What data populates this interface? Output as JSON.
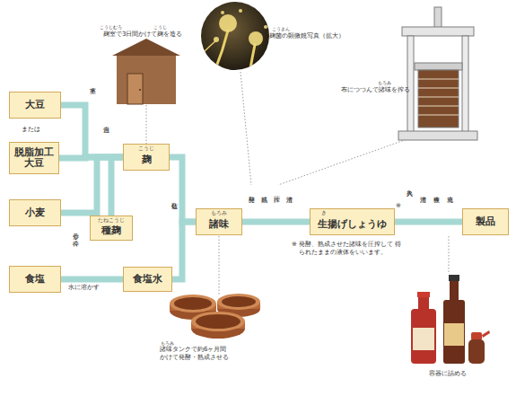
{
  "diagram": {
    "nodes": [
      {
        "text": [
          "大豆"
        ]
      },
      {
        "text": [
          "脱脂加工 大豆"
        ]
      },
      {
        "text": [
          "小麦"
        ]
      },
      {
        "text": [
          "食塩"
        ]
      },
      {
        "text": [
          "こうじ",
          "麹"
        ]
      },
      {
        "text": [
          "たねこうじ",
          "種麹"
        ]
      },
      {
        "text": [
          "食塩水"
        ]
      },
      {
        "text": [
          "もろみ",
          "諸味"
        ]
      },
      {
        "text": [
          "き",
          "生揚げしょうゆ"
        ]
      },
      {
        "text": [
          "製品"
        ]
      }
    ],
    "edges": [
      {
        "from": 0,
        "to": 4,
        "arrow": "none"
      },
      {
        "from": 1,
        "to": 4,
        "arrow": "none"
      },
      {
        "from": 2,
        "to": 4,
        "label": "炒る・砕く",
        "arrow": "none"
      },
      {
        "from": 5,
        "to": 4,
        "arrow": "none"
      },
      {
        "from": 3,
        "to": 6,
        "label": "水に溶かす",
        "arrow": "none"
      },
      {
        "from": 4,
        "to": 7,
        "label": "仕込む",
        "arrow": "none"
      },
      {
        "from": 6,
        "to": 7,
        "arrow": "none"
      },
      {
        "from": 7,
        "to": 8,
        "arrow": "none"
      },
      {
        "from": 8,
        "to": 9,
        "arrow": "none"
      }
    ],
    "labels": [
      "こうじむろ",
      "こうじ",
      "麹室で3日間かけて麹を造る",
      "こうきん",
      "麹菌の顕微鏡写真（拡大）",
      "もろみ",
      "布につつんで諸味を搾る",
      "または",
      "蒸す",
      "混合",
      "発酵",
      "熟成",
      "圧搾",
      "清澄",
      "※",
      "火入れ",
      "清澄",
      "検査",
      "充填",
      "※ 発酵、熟成させた諸味を圧搾して 得られたままの液体をいいます。",
      "もろみ",
      "諸味タンクで約6ヶ月間 かけて発酵・熟成させる",
      "容器に詰める"
    ]
  }
}
